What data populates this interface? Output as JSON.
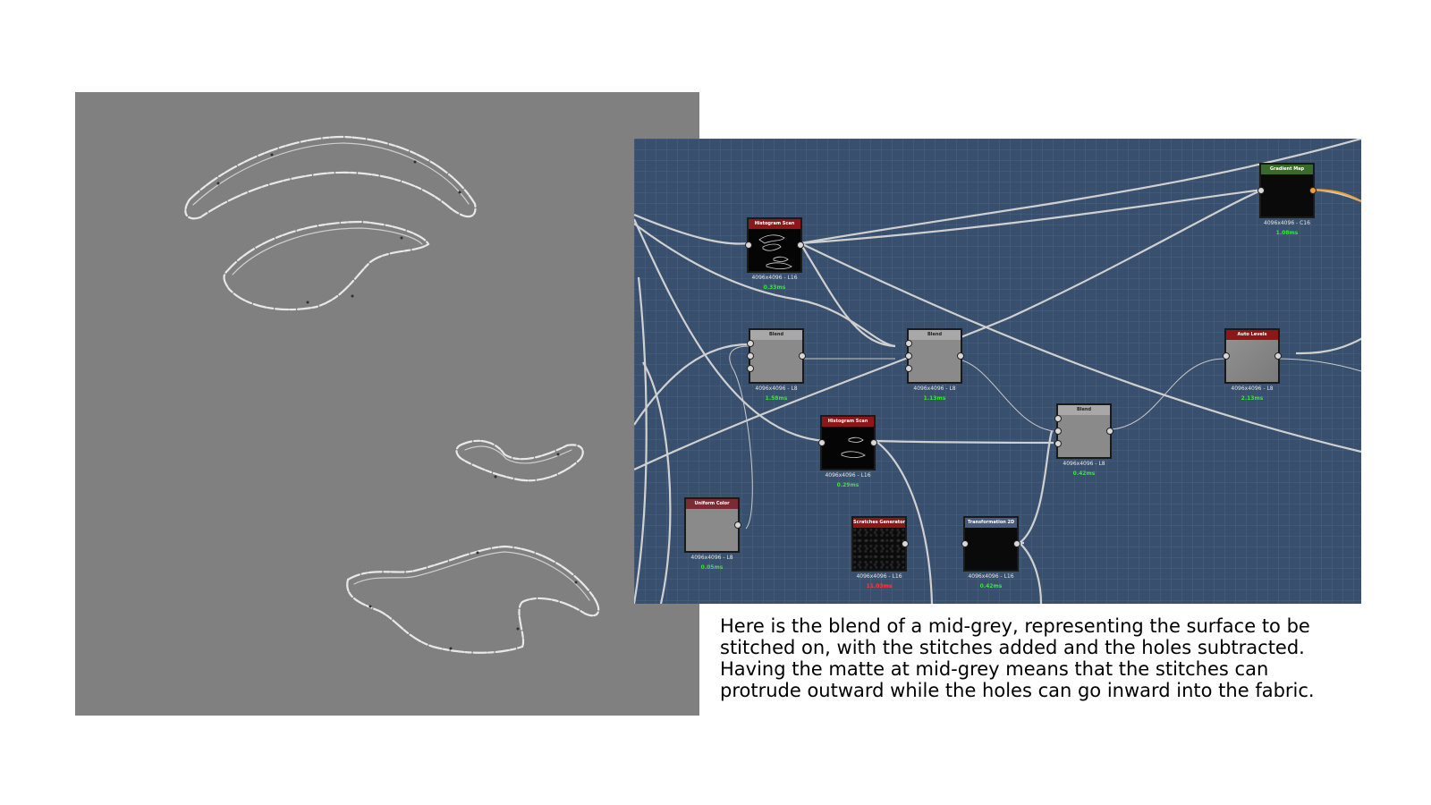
{
  "caption": "Here is the blend of a mid-grey, representing the surface to be stitched on, with the stitches added and the holes subtracted. Having the matte at mid-grey means that the stitches can protrude outward while the holes can go inward into the fabric.",
  "colors": {
    "preview_background": "#808080",
    "graph_background": "#38506e",
    "wire": "#d8d8d8",
    "time_green": "#39e639",
    "time_red": "#ff3a3a",
    "output_port": "#f0a030"
  },
  "nodes": {
    "gradient_map": {
      "title": "Gradient Map",
      "resolution": "4096x4096 - C16",
      "time": "1.08ms"
    },
    "histogram_scan_1": {
      "title": "Histogram Scan",
      "resolution": "4096x4096 - L16",
      "time": "0.33ms"
    },
    "blend_1": {
      "title": "Blend",
      "resolution": "4096x4096 - L8",
      "time": "1.58ms"
    },
    "blend_2": {
      "title": "Blend",
      "resolution": "4096x4096 - L8",
      "time": "1.13ms"
    },
    "auto_levels": {
      "title": "Auto Levels",
      "resolution": "4096x4096 - L8",
      "time": "2.13ms"
    },
    "histogram_scan_2": {
      "title": "Histogram Scan",
      "resolution": "4096x4096 - L16",
      "time": "0.29ms"
    },
    "blend_3": {
      "title": "Blend",
      "resolution": "4096x4096 - L8",
      "time": "0.42ms"
    },
    "uniform_color": {
      "title": "Uniform Color",
      "resolution": "4096x4096 - L8",
      "time": "0.05ms"
    },
    "scratches_generator": {
      "title": "Scratches Generator",
      "resolution": "4096x4096 - L16",
      "time": "11.03ms"
    },
    "transformation_2d": {
      "title": "Transformation 2D",
      "resolution": "4096x4096 - L16",
      "time": "0.42ms"
    }
  }
}
